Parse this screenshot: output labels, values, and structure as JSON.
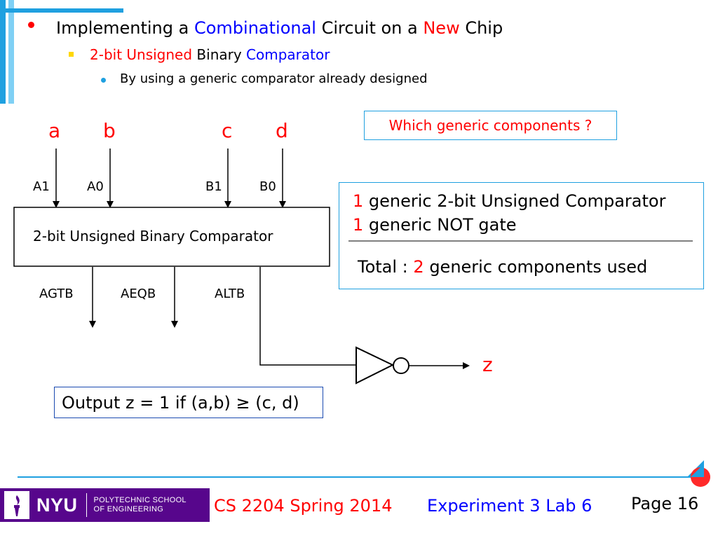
{
  "bullets": {
    "level1": [
      {
        "text": "Implementing a ",
        "color": "#000000"
      },
      {
        "text": "Combinational",
        "color": "#0000ff"
      },
      {
        "text": " Circuit on a ",
        "color": "#000000"
      },
      {
        "text": "New",
        "color": "#ff0000"
      },
      {
        "text": " Chip",
        "color": "#000000"
      }
    ],
    "level2": [
      {
        "text": "2-bit Unsigned",
        "color": "#ff0000"
      },
      {
        "text": " Binary ",
        "color": "#000000"
      },
      {
        "text": "Comparator",
        "color": "#0000ff"
      }
    ],
    "level3": "By using a generic comparator already designed"
  },
  "diagram": {
    "inputs": [
      "a",
      "b",
      "c",
      "d"
    ],
    "input_pins": [
      "A1",
      "A0",
      "B1",
      "B0"
    ],
    "component_label": "2-bit Unsigned Binary Comparator",
    "outputs": [
      "AGTB",
      "AEQB",
      "ALTB"
    ],
    "output_label": "z"
  },
  "question_box": {
    "text": "Which generic components ?"
  },
  "answer_box": {
    "line1_count": "1",
    "line1_text": " generic 2-bit Unsigned Comparator",
    "line2_count": "1",
    "line2_text": " generic NOT gate",
    "total_prefix": "Total : ",
    "total_count": "2",
    "total_suffix": " generic components used"
  },
  "output_box": {
    "text": "Output z = 1 if (a,b) ≥ (c, d)"
  },
  "footer": {
    "logo_text": "NYU",
    "school_line1": "POLYTECHNIC SCHOOL",
    "school_line2": "OF ENGINEERING",
    "course": "CS 2204 Spring 2014",
    "experiment": "Experiment 3 Lab 6",
    "page": "Page 16"
  },
  "colors": {
    "accent_cyan": "#1fa0e0",
    "highlight_red": "#ff0000",
    "highlight_blue": "#0000ff",
    "nyu_purple": "#57068c"
  }
}
